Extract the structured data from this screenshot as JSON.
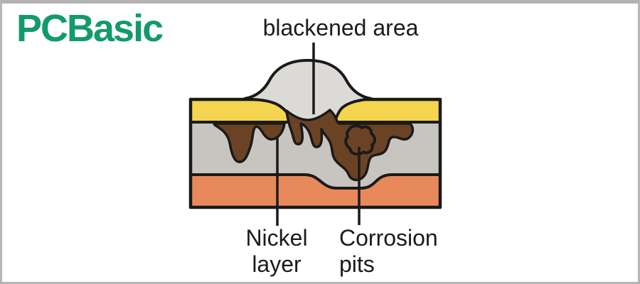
{
  "frame": {
    "background": "#ffffff",
    "border_color": "#b3b3b3"
  },
  "logo": {
    "text": "PCBasic",
    "color": "#139A6B"
  },
  "colors": {
    "gold_layer": "#F5D44F",
    "nickel_layer": "#C8C5C0",
    "copper_layer": "#E8895C",
    "solder_dome": "#DCDAD7",
    "corrosion": "#6B4324",
    "outline": "#1a1a1a"
  },
  "labels": {
    "blackened_area": "blackened area",
    "nickel_line1": "Nickel",
    "nickel_line2": "layer",
    "corrosion_line1": "Corrosion",
    "corrosion_line2": "pits"
  }
}
